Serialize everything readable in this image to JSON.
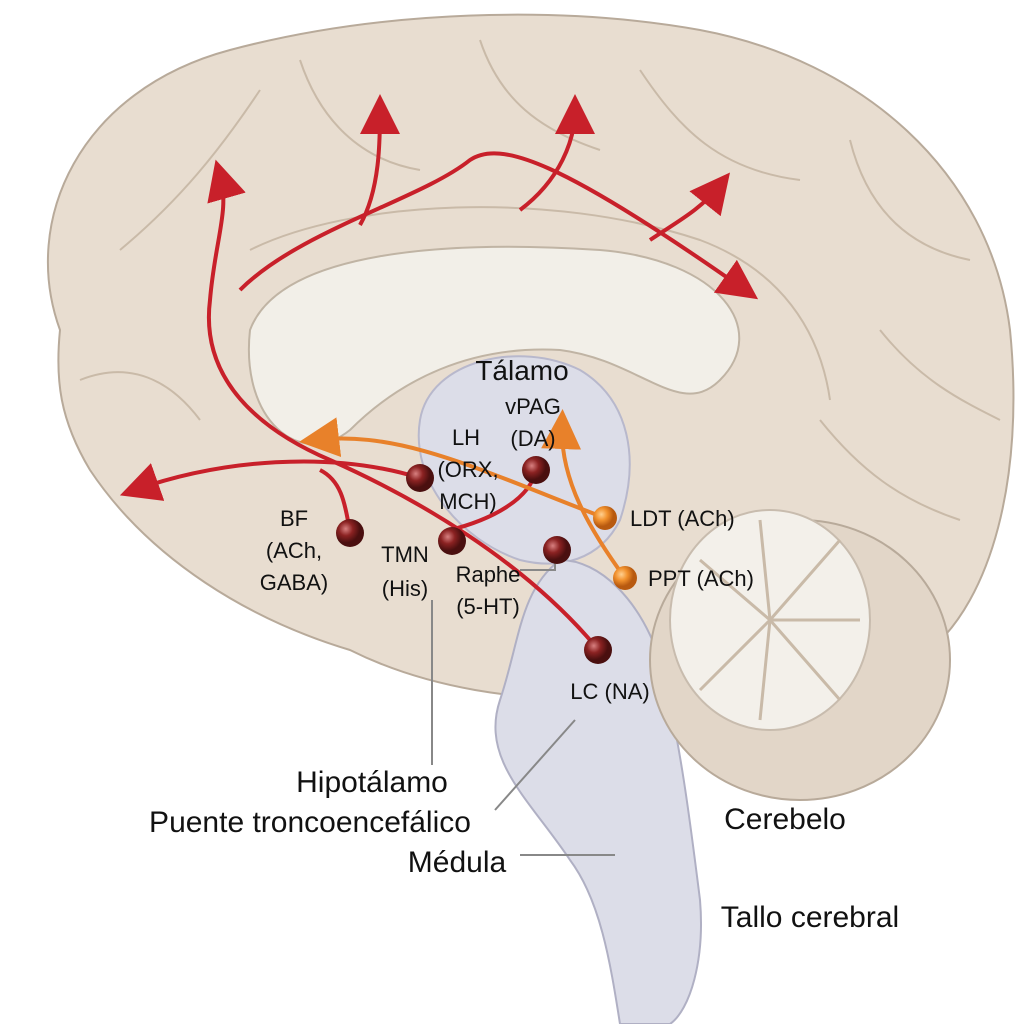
{
  "labels": {
    "thalamus": "Tálamo",
    "vpag": [
      "vPAG",
      "(DA)"
    ],
    "lh": [
      "LH",
      "(ORX,",
      "MCH)"
    ],
    "bf": [
      "BF",
      "(ACh,",
      "GABA)"
    ],
    "tmn": [
      "TMN",
      "(His)"
    ],
    "raphe": [
      "Raphe",
      "(5-HT)"
    ],
    "ldt": "LDT (ACh)",
    "ppt": "PPT (ACh)",
    "lc": "LC (NA)",
    "hypothalamus": "Hipotálamo",
    "pons": "Puente troncoencefálico",
    "medulla": "Médula",
    "cerebellum": "Cerebelo",
    "brainstem": "Tallo cerebral"
  },
  "colors": {
    "brain": "#e8ddd0",
    "brain_outline": "#b8aa9a",
    "inner": "#dcdde8",
    "red_pathway": "#c8202a",
    "red_nucleus": "#8b2222",
    "orange_pathway": "#e8812a",
    "orange_nucleus": "#f2922e"
  }
}
